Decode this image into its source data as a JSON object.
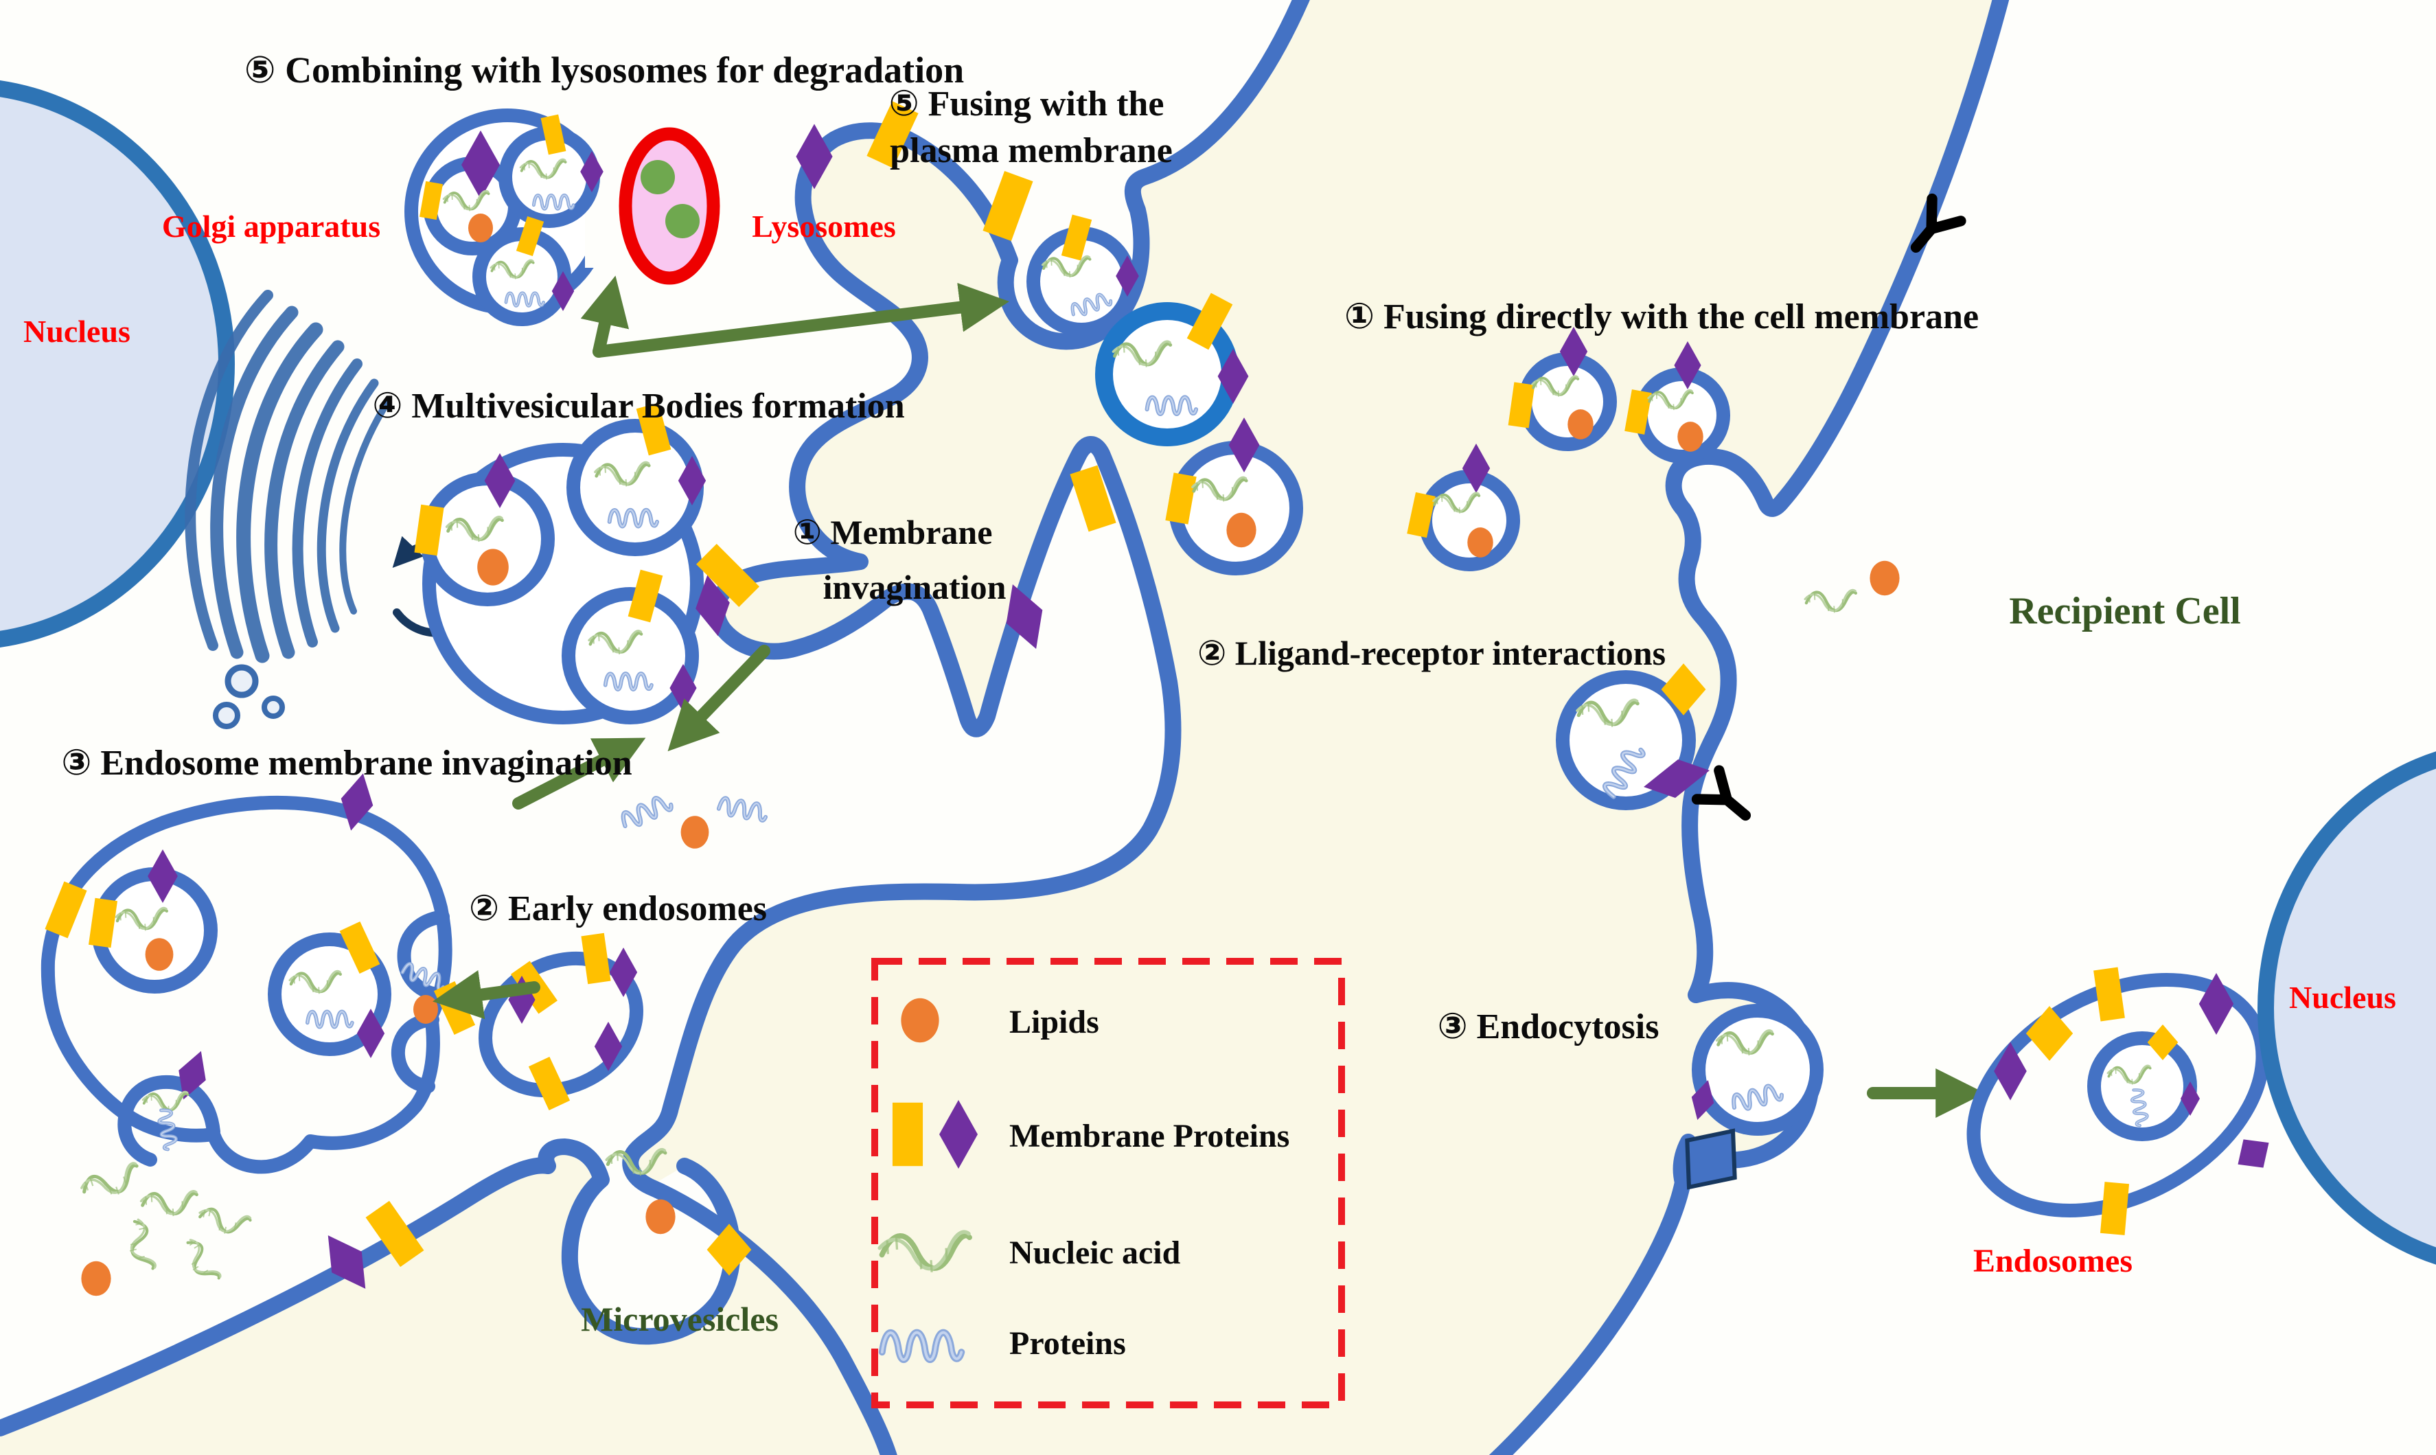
{
  "title": "Exosome biogenesis and uptake diagram",
  "labels": {
    "combining": "⑤ Combining with lysosomes for degradation",
    "fusing_pm_1": "⑤ Fusing with the",
    "fusing_pm_2": "plasma membrane",
    "fusing_direct": "① Fusing directly with the cell membrane",
    "mvb_formation": "④ Multivesicular Bodies formation",
    "mem_inv_1": "① Membrane",
    "mem_inv_2": "invagination",
    "ligand": "② Lligand-receptor interactions",
    "endo_inv": "③ Endosome membrane invagination",
    "early_endosomes": "② Early endosomes",
    "endocytosis": "③ Endocytosis",
    "recipient_cell": "Recipient Cell",
    "endosomes": "Endosomes",
    "microvesicles": "Microvesicles",
    "nucleus_left": "Nucleus",
    "nucleus_right": "Nucleus",
    "golgi": "Golgi apparatus",
    "lysosomes": "Lysosomes"
  },
  "legend": {
    "items": [
      {
        "label": "Lipids",
        "icon": "lipid-circle"
      },
      {
        "label": "Membrane Proteins",
        "icon": "yellow-rect-and-purple-diamond"
      },
      {
        "label": "Nucleic acid",
        "icon": "green-helix"
      },
      {
        "label": "Proteins",
        "icon": "blue-helix"
      }
    ]
  },
  "colors": {
    "background": "#FAF8E6",
    "cell_interior": "#FEFEFB",
    "membrane": "#4472C4",
    "exosome_ring": "#2077C8",
    "golgi_blue": "#3A6BAD",
    "yellow_protein": "#FFC000",
    "purple_protein": "#7030A0",
    "lipid_orange": "#ED7D31",
    "nucleic_green": "#9BBE7A",
    "nucleic_green_light": "#BAD3A3",
    "protein_blue": "#8CA9DB",
    "protein_blue_light": "#C3D3EE",
    "arrow_green": "#587E3A",
    "arrow_navy": "#17375E",
    "lysosome_red": "#EE0000",
    "lysosome_fill": "#F9C7F0",
    "lysosome_dot": "#6FA84F",
    "nucleus_fill": "#DAE3F3",
    "nucleus_stroke": "#2E74B5",
    "red_label": "#FF0000",
    "green_label": "#375623",
    "legend_border": "#EC1C24",
    "receptor_black": "#000000"
  }
}
